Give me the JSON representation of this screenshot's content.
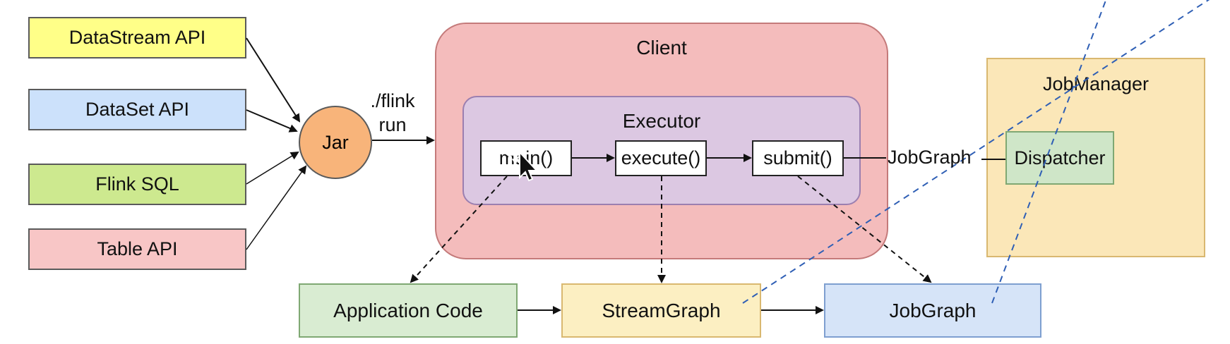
{
  "apis": {
    "datastream": "DataStream API",
    "dataset": "DataSet API",
    "flink_sql": "Flink SQL",
    "table": "Table API"
  },
  "jar": "Jar",
  "flink_run": {
    "line1": "./flink",
    "line2": "run"
  },
  "client": {
    "title": "Client",
    "executor": {
      "title": "Executor",
      "methods": {
        "main": "main()",
        "execute": "execute()",
        "submit": "submit()"
      }
    }
  },
  "edge_label": "JobGraph",
  "jobmanager": {
    "title": "JobManager",
    "dispatcher": "Dispatcher"
  },
  "bottom": {
    "application_code": "Application Code",
    "stream_graph": "StreamGraph",
    "job_graph": "JobGraph"
  },
  "colors": {
    "datastream": "#ffff88",
    "dataset": "#cce1fb",
    "flink_sql": "#cde98f",
    "table": "#f8c6c6",
    "jar": "#f8b47a",
    "client": "#f4bcbc",
    "executor": "#dcc8e2",
    "jobmanager": "#fbe7b8",
    "dispatcher": "#cfe6c8",
    "application_code": "#d9ecd2",
    "stream_graph": "#fcefc2",
    "job_graph": "#d6e4f8",
    "annotation_stroke": "#2f5fb5"
  },
  "icons": {
    "cursor": "mouse-pointer-icon",
    "move": "move-icon"
  }
}
